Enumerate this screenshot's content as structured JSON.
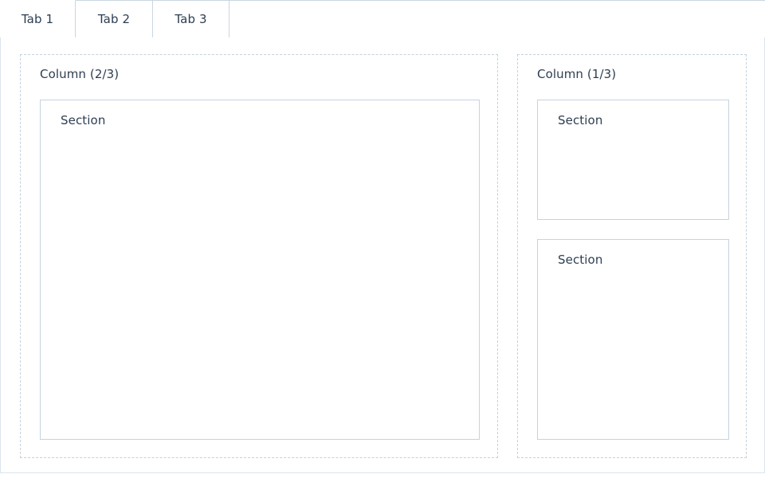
{
  "tabs": {
    "items": [
      {
        "label": "Tab 1",
        "active": true
      },
      {
        "label": "Tab 2",
        "active": false
      },
      {
        "label": "Tab 3",
        "active": false
      }
    ]
  },
  "panel": {
    "columns": [
      {
        "title": "Column (2/3)",
        "sections": [
          {
            "label": "Section"
          }
        ]
      },
      {
        "title": "Column (1/3)",
        "sections": [
          {
            "label": "Section"
          },
          {
            "label": "Section"
          }
        ]
      }
    ]
  },
  "colors": {
    "text": "#2c3e50",
    "tab_border": "#c9d6e0",
    "panel_border": "#dbe4ec",
    "dashed_border": "#c3d1dd",
    "section_border": "#c5d3de",
    "background": "#ffffff"
  }
}
